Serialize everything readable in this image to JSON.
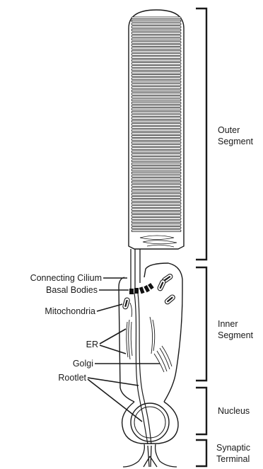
{
  "labels": {
    "connecting_cilium": "Connecting Cilium",
    "basal_bodies": "Basal Bodies",
    "mitochondria": "Mitochondria",
    "er": "ER",
    "golgi": "Golgi",
    "rootlet": "Rootlet"
  },
  "segments": {
    "outer_line1": "Outer",
    "outer_line2": "Segment",
    "inner_line1": "Inner",
    "inner_line2": "Segment",
    "nucleus": "Nucleus",
    "synaptic_line1": "Synaptic",
    "synaptic_line2": "Terminal"
  }
}
